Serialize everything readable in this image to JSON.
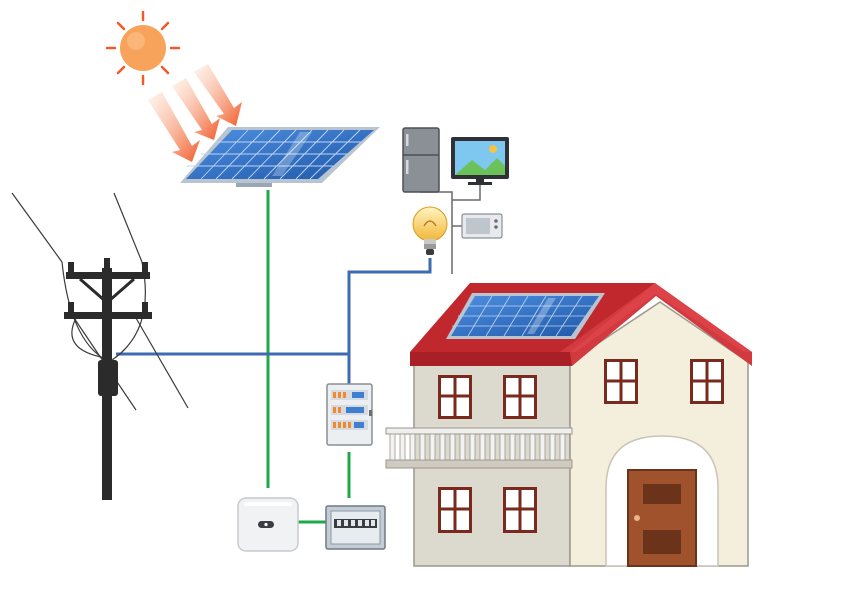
{
  "diagram": {
    "kind": "solar-grid-tied-home-system",
    "components": [
      {
        "id": "sun",
        "icon": "sun-icon"
      },
      {
        "id": "solar-panel",
        "icon": "solar-panel-icon"
      },
      {
        "id": "appliances",
        "icon": "appliances-icon"
      },
      {
        "id": "light-bulb",
        "icon": "light-bulb-icon"
      },
      {
        "id": "utility-pole",
        "icon": "utility-pole-icon"
      },
      {
        "id": "distribution-board",
        "icon": "distribution-board-icon"
      },
      {
        "id": "inverter",
        "icon": "inverter-icon"
      },
      {
        "id": "combiner-box",
        "icon": "combiner-box-icon"
      },
      {
        "id": "house",
        "icon": "house-icon"
      }
    ],
    "connections": [
      {
        "from": "solar-panel",
        "to": "inverter",
        "kind": "dc"
      },
      {
        "from": "inverter",
        "to": "combiner-box",
        "kind": "dc"
      },
      {
        "from": "combiner-box",
        "to": "distribution-board",
        "kind": "dc"
      },
      {
        "from": "utility-pole",
        "to": "distribution-board",
        "kind": "ac"
      },
      {
        "from": "distribution-board",
        "to": "light-bulb",
        "kind": "ac"
      },
      {
        "from": "light-bulb",
        "to": "appliances",
        "kind": "ac"
      }
    ]
  },
  "colors": {
    "sun": "#f7a35c",
    "sun_rays": "#f15a29",
    "panel_blue": "#2e6fc4",
    "panel_frame": "#b8c4d0",
    "dc_wire": "#1fa84a",
    "ac_wire": "#3f6bb2",
    "grey_wire": "#6a6a6a",
    "pole": "#2b2b2b",
    "roof_red": "#c0282e",
    "wall_cream": "#f4efdc",
    "wall_grey": "#d9d6cc",
    "window_frame": "#7a2a1c",
    "door": "#a0522d"
  }
}
